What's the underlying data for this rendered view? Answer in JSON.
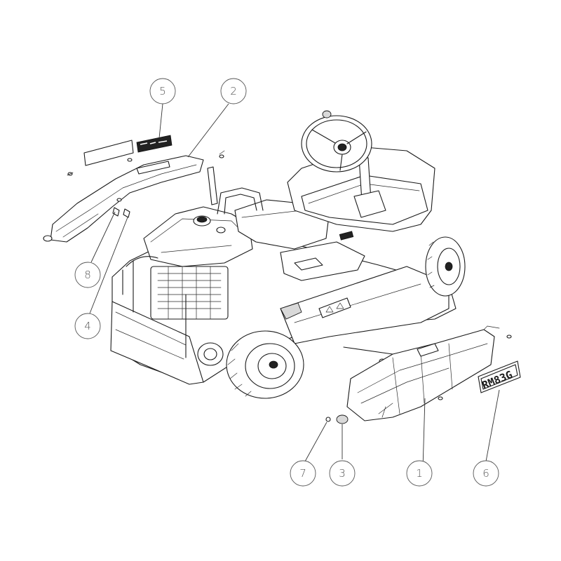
{
  "diagram": {
    "callouts": [
      {
        "id": "c1",
        "label": "1"
      },
      {
        "id": "c2",
        "label": "2"
      },
      {
        "id": "c3",
        "label": "3"
      },
      {
        "id": "c4",
        "label": "4"
      },
      {
        "id": "c5",
        "label": "5"
      },
      {
        "id": "c6",
        "label": "6"
      },
      {
        "id": "c7",
        "label": "7"
      },
      {
        "id": "c8",
        "label": "8"
      }
    ],
    "decal_text": "RM83G"
  }
}
